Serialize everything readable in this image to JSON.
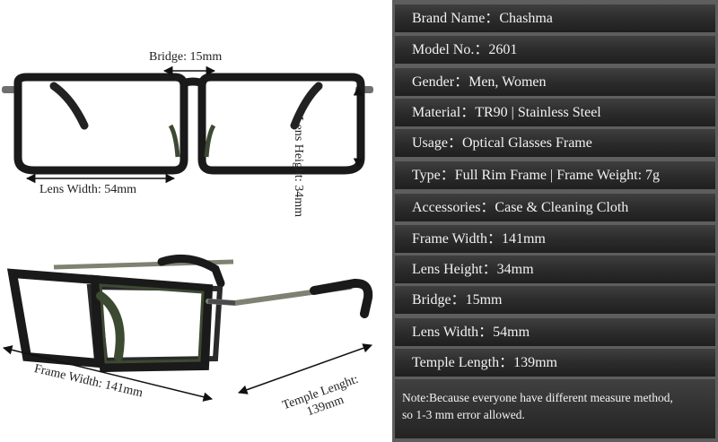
{
  "dimensions": {
    "bridge": "Bridge: 15mm",
    "lens_height": "Lens Height: 34mm",
    "lens_width": "Lens Width: 54mm",
    "frame_width": "Frame Width:  141mm",
    "temple_length": "Temple Lenght: 139mm"
  },
  "specs": [
    {
      "label": "Brand Name：",
      "value": "Chashma"
    },
    {
      "label": "Model No.：",
      "value": "2601"
    },
    {
      "label": "Gender：",
      "value": "Men, Women"
    },
    {
      "label": "Material：",
      "value": "TR90 | Stainless Steel"
    },
    {
      "label": "Usage：",
      "value": "Optical Glasses Frame"
    },
    {
      "label": "Type：",
      "value": "Full Rim Frame | Frame Weight: 7g"
    },
    {
      "label": "Accessories：",
      "value": "Case & Cleaning Cloth"
    },
    {
      "label": "Frame Width：",
      "value": "141mm"
    },
    {
      "label": "Lens Height：",
      "value": "34mm"
    },
    {
      "label": "Bridge：",
      "value": "15mm"
    },
    {
      "label": "Lens Width：",
      "value": "54mm"
    },
    {
      "label": "Temple Length：",
      "value": "139mm"
    }
  ],
  "note": {
    "line1": "Note:Because everyone have different measure method,",
    "line2": "so 1-3 mm error allowed."
  },
  "colors": {
    "frame": "#1a1a1a",
    "frame_inner": "#3d4a32",
    "temple_metal": "#7d8273",
    "spec_row": "#2c2c2c",
    "spec_text": "#f2f2f2"
  }
}
